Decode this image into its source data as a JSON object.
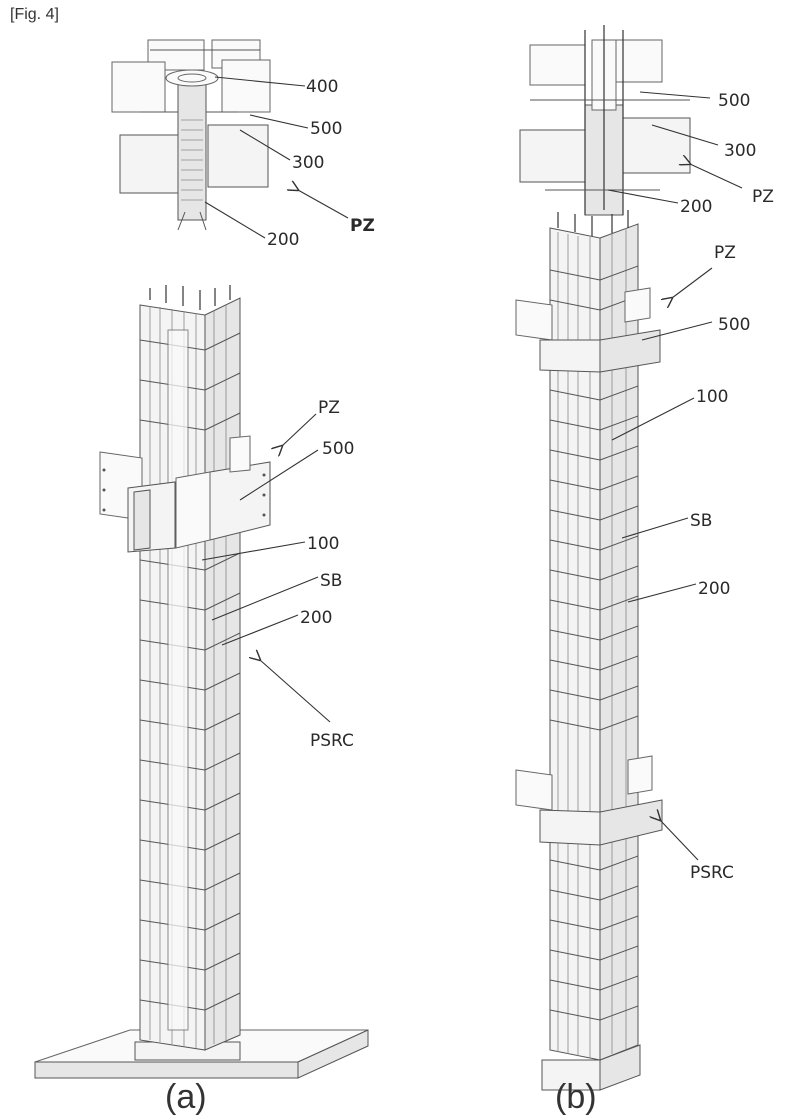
{
  "figure_title": "[Fig. 4]",
  "panels": {
    "a": {
      "caption": "(a)",
      "labels": {
        "top_400": "400",
        "top_500": "500",
        "top_300": "300",
        "top_pz": "PZ",
        "top_200": "200",
        "col_pz": "PZ",
        "col_500": "500",
        "col_100": "100",
        "col_sb": "SB",
        "col_200": "200",
        "col_psrc": "PSRC"
      }
    },
    "b": {
      "caption": "(b)",
      "labels": {
        "top_500": "500",
        "top_300": "300",
        "top_pz": "PZ",
        "top_200": "200",
        "col_pz": "PZ",
        "col_500": "500",
        "col_100": "100",
        "col_sb": "SB",
        "col_200": "200",
        "col_psrc": "PSRC"
      }
    }
  }
}
